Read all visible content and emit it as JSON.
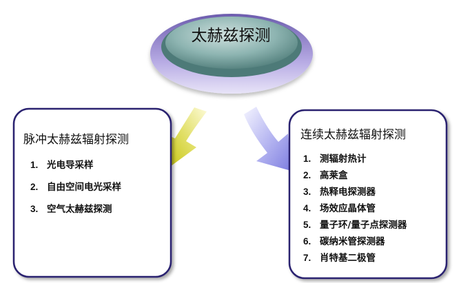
{
  "center": {
    "title": "太赫兹探测"
  },
  "left_panel": {
    "title": "脉冲太赫兹辐射探测",
    "items": [
      {
        "num": "1.",
        "text": "光电导采样"
      },
      {
        "num": "2.",
        "text": "自由空间电光采样"
      },
      {
        "num": "3.",
        "text": "空气太赫兹探测"
      }
    ]
  },
  "right_panel": {
    "title": "连续太赫兹辐射探测",
    "items": [
      {
        "num": "1.",
        "text": "测辐射热计"
      },
      {
        "num": "2.",
        "text": "高莱盒"
      },
      {
        "num": "3.",
        "text": "热释电探测器"
      },
      {
        "num": "4.",
        "text": "场效应晶体管"
      },
      {
        "num": "5.",
        "text": "量子环/量子点探测器"
      },
      {
        "num": "6.",
        "text": "碳纳米管探测器"
      },
      {
        "num": "7.",
        "text": "肖特基二极管"
      }
    ]
  },
  "colors": {
    "disc_top": "#7fa9a6",
    "disc_edge": "#4d7a78",
    "disc_base": "#9b8ccf",
    "left_arrow": "#c9c800",
    "right_arrow": "#8f8fe0",
    "panel_border": "#2c2470"
  }
}
